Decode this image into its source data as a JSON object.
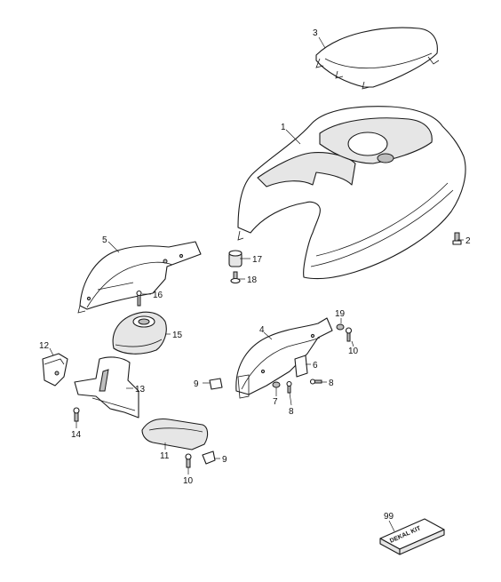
{
  "diagram": {
    "callouts": {
      "c1": "1",
      "c2": "2",
      "c3": "3",
      "c4": "4",
      "c5": "5",
      "c6": "6",
      "c7": "7",
      "c8a": "8",
      "c8b": "8",
      "c9a": "9",
      "c9b": "9",
      "c10a": "10",
      "c10b": "10",
      "c11": "11",
      "c12": "12",
      "c13": "13",
      "c14": "14",
      "c15": "15",
      "c16": "16",
      "c17": "17",
      "c18": "18",
      "c19": "19",
      "c99": "99"
    },
    "decal_kit_label": "DEKAL KIT"
  }
}
